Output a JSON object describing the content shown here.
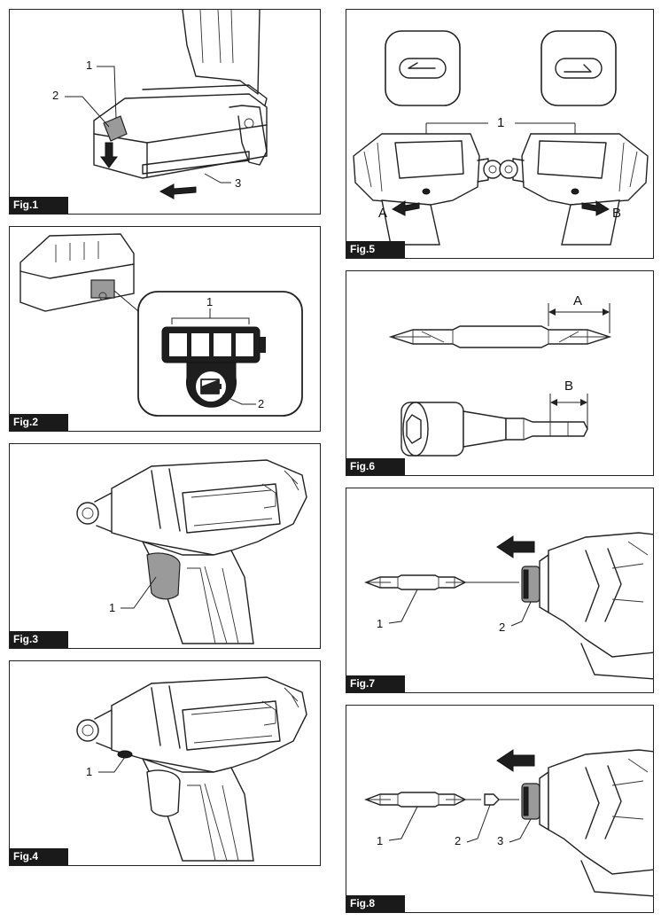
{
  "figures": {
    "fig1": {
      "tag": "Fig.1",
      "labels": [
        "1",
        "2",
        "3"
      ]
    },
    "fig2": {
      "tag": "Fig.2",
      "labels": [
        "1",
        "2"
      ]
    },
    "fig3": {
      "tag": "Fig.3",
      "labels": [
        "1"
      ]
    },
    "fig4": {
      "tag": "Fig.4",
      "labels": [
        "1"
      ]
    },
    "fig5": {
      "tag": "Fig.5",
      "labels": [
        "1",
        "A",
        "B"
      ]
    },
    "fig6": {
      "tag": "Fig.6",
      "labels": [
        "A",
        "B"
      ]
    },
    "fig7": {
      "tag": "Fig.7",
      "labels": [
        "1",
        "2"
      ]
    },
    "fig8": {
      "tag": "Fig.8",
      "labels": [
        "1",
        "2",
        "3"
      ]
    }
  }
}
